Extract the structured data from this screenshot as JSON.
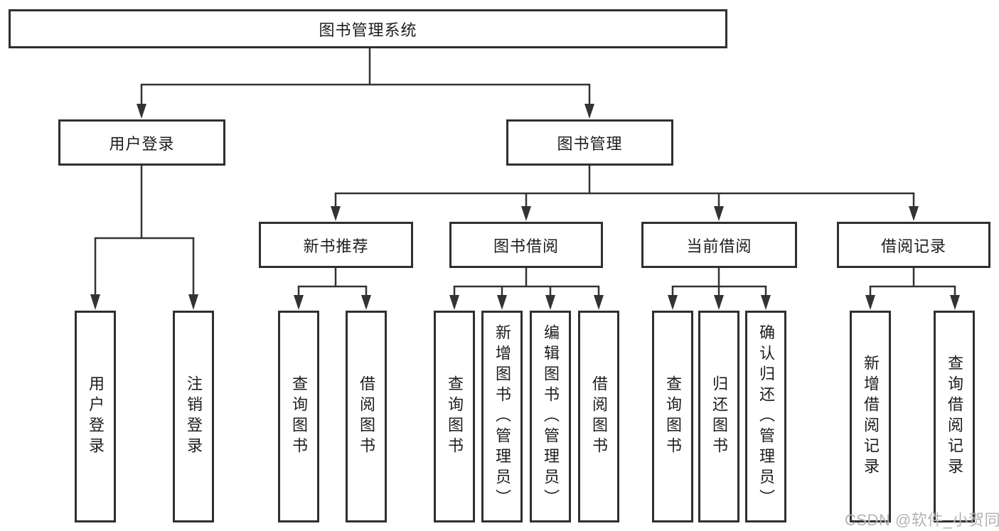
{
  "diagram": {
    "title": "图书管理系统",
    "nodes": {
      "root": "图书管理系统",
      "user_login": "用户登录",
      "book_mgmt": "图书管理",
      "new_book_rec": "新书推荐",
      "book_borrow": "图书借阅",
      "current_borrow": "当前借阅",
      "borrow_records": "借阅记录",
      "leaf_user_login": "用户登录",
      "leaf_logout": "注销登录",
      "leaf_query_book_1": "查询图书",
      "leaf_borrow_book_1": "借阅图书",
      "leaf_query_book_2": "查询图书",
      "leaf_add_book": "新增图书（管理员）",
      "leaf_edit_book": "编辑图书（管理员）",
      "leaf_borrow_book_2": "借阅图书",
      "leaf_query_book_3": "查询图书",
      "leaf_return_book": "归还图书",
      "leaf_confirm_return": "确认归还（管理员）",
      "leaf_add_record": "新增借阅记录",
      "leaf_query_record": "查询借阅记录"
    },
    "colors": {
      "line": "#333333",
      "box_border": "#2f2f2f",
      "text": "#1d1d1d",
      "watermark": "#b4b4b4",
      "background": "#ffffff"
    }
  },
  "watermark": "CSDN @软件_小贺同学"
}
